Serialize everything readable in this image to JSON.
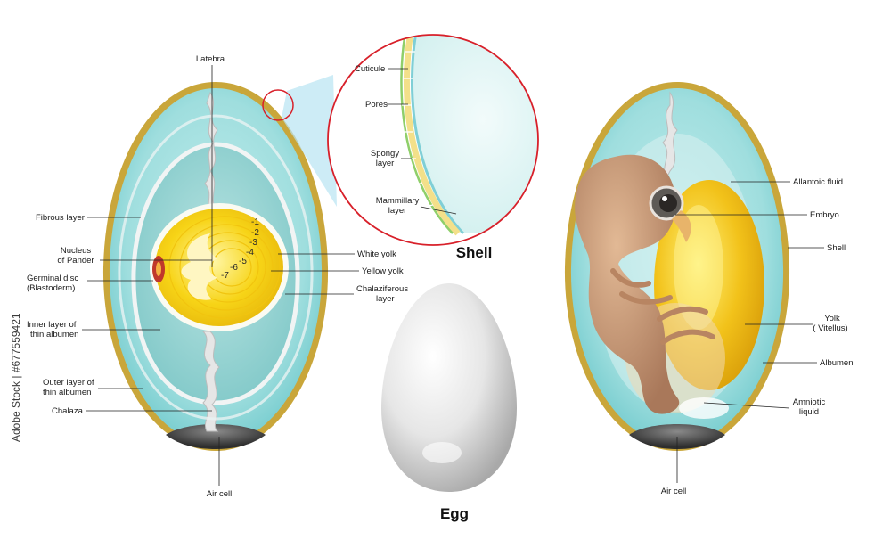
{
  "left_egg": {
    "labels": {
      "latebra": "Latebra",
      "fibrous_layer": "Fibrous layer",
      "nucleus_of_pander_1": "Nucleus",
      "nucleus_of_pander_2": "of Pander",
      "germinal_disc_1": "Germinal disc",
      "germinal_disc_2": "(Blastoderm)",
      "inner_thin_albumen_1": "Inner layer of",
      "inner_thin_albumen_2": "thin albumen",
      "outer_thin_albumen_1": "Outer layer of",
      "outer_thin_albumen_2": "thin albumen",
      "chalaza": "Chalaza",
      "air_cell": "Air cell",
      "white_yolk": "White yolk",
      "yellow_yolk": "Yellow yolk",
      "chalaziferous_1": "Chalaziferous",
      "chalaziferous_2": "layer"
    },
    "yolk_rings": [
      "-1",
      "-2",
      "-3",
      "-4",
      "-5",
      "-6",
      "-7"
    ]
  },
  "shell_detail": {
    "title": "Shell",
    "labels": {
      "cuticule": "Cuticule",
      "pores": "Pores",
      "spongy_1": "Spongy",
      "spongy_2": "layer",
      "mammillary_1": "Mammillary",
      "mammillary_2": "layer"
    }
  },
  "center_egg": {
    "title": "Egg"
  },
  "right_egg": {
    "labels": {
      "allantoic_fluid": "Allantoic fluid",
      "embryo": "Embryo",
      "shell": "Shell",
      "yolk_1": "Yolk",
      "yolk_2": "( Vitellus)",
      "albumen": "Albumen",
      "amniotic_1": "Amniotic",
      "amniotic_2": "liquid",
      "air_cell": "Air cell"
    }
  },
  "watermark": {
    "text": "Adobe Stock | #677559421"
  },
  "colors": {
    "shell": "#c9a63a",
    "albumen": "#9fdede",
    "membrane": "#eef2f2",
    "yolk": "#f7d417",
    "yolk_light": "#fff27a",
    "embryo": "#c99a76",
    "magnifier_ring": "#d8202a"
  }
}
